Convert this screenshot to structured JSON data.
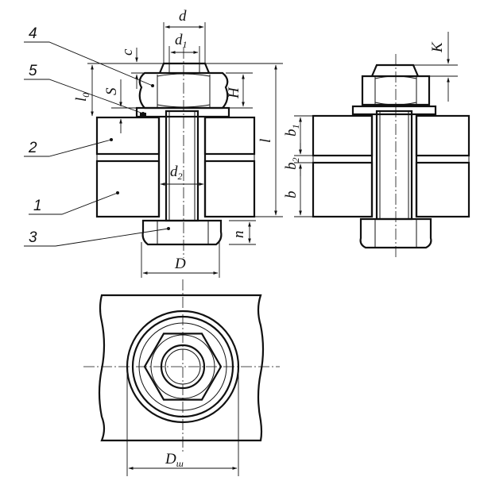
{
  "parts": {
    "p1": "1",
    "p2": "2",
    "p3": "3",
    "p4": "4",
    "p5": "5"
  },
  "dims": {
    "d_main": "d",
    "d1_main": "d",
    "d1_sub": "1",
    "d2_main": "d",
    "d2_sub": "2",
    "c": "c",
    "S": "S",
    "H": "H",
    "l0_main": "l",
    "l0_sub": "0",
    "l": "l",
    "n": "n",
    "D": "D",
    "K": "K",
    "b1_main": "b",
    "b1_sub": "1",
    "b2_main": "b",
    "b2_sub": "2",
    "b": "b",
    "Dw_main": "D",
    "Dw_sub": "ш"
  }
}
